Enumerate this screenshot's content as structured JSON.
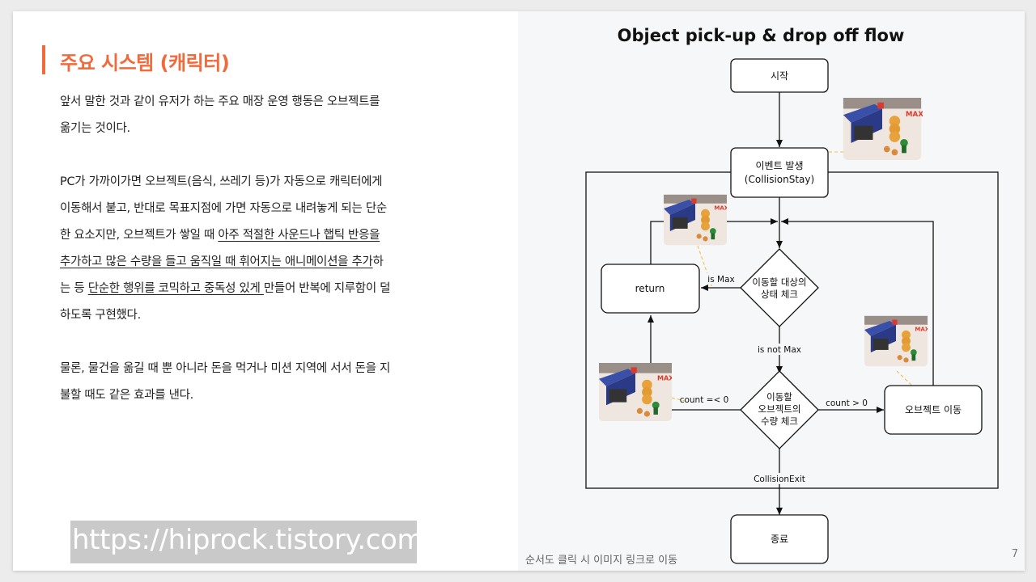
{
  "slide": {
    "title": "주요 시스템 (캐릭터)",
    "paragraph1": {
      "line1": "앞서 말한 것과 같이 유저가 하는 주요 매장 운영 행동은 오브젝트를",
      "line2": "옮기는 것이다."
    },
    "paragraph2": {
      "line1": "PC가 가까이가면 오브젝트(음식, 쓰레기 등)가 자동으로 캐릭터에게",
      "line2": "이동해서 붙고, 반대로 목표지점에 가면 자동으로 내려놓게 되는 단순",
      "line3_plain": "한 요소지만, 오브젝트가 쌓일 때 ",
      "line3_underlined": "아주 적절한 사운드나 햅틱 반응을",
      "line4_underlined": "추가하고 많은 수량을 들고 움직일 때 휘어지는 애니메이션을 추가",
      "line4_plain": "하",
      "line5_plain_a": "는 등 ",
      "line5_underlined": "단순한 행위를 코믹하고 중독성 있게 ",
      "line5_plain_b": "만들어 반복에 지루함이 덜",
      "line6": "하도록 구현했다."
    },
    "paragraph3": {
      "line1": "물론, 물건을 옮길 때 뿐 아니라 돈을 먹거나 미션 지역에 서서 돈을 지",
      "line2": "불할 때도 같은 효과를 낸다."
    },
    "url": "https://hiprock.tistory.com",
    "caption": "순서도 클릭 시 이미지 링크로 이동",
    "page_number": "7",
    "accent_color": "#f06a3c"
  },
  "flowchart": {
    "title": "Object pick-up & drop off flow",
    "nodes": {
      "start": "시작",
      "event_line1": "이벤트 발생",
      "event_line2": "(CollisionStay)",
      "state_line1": "이동할 대상의",
      "state_line2": "상태 체크",
      "qty_line1": "이동할",
      "qty_line2": "오브젝트의",
      "qty_line3": "수량 체크",
      "return": "return",
      "move": "오브젝트 이동",
      "end": "종료"
    },
    "edge_labels": {
      "is_max": "is Max",
      "is_not_max": "is not Max",
      "count_le_zero": "count =< 0",
      "count_gt_zero": "count > 0",
      "collision_exit": "CollisionExit"
    },
    "thumbnails": [
      "game-thumbnail-icon",
      "game-thumbnail-icon",
      "game-thumbnail-icon",
      "game-thumbnail-icon"
    ]
  }
}
